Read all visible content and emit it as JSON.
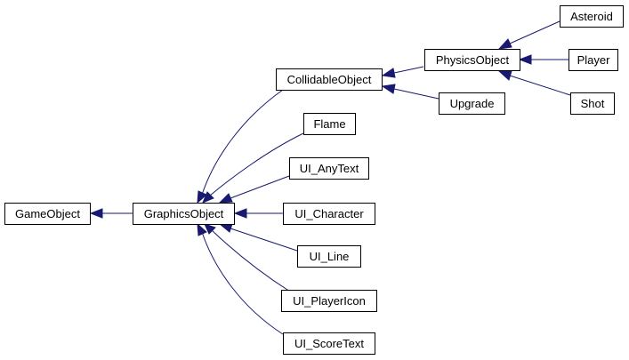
{
  "diagram": {
    "colors": {
      "edge": "#191970",
      "node_border": "#000000",
      "node_fill": "#ffffff",
      "background": "#ffffff"
    },
    "nodes": {
      "game_object": "GameObject",
      "graphics_object": "GraphicsObject",
      "collidable_object": "CollidableObject",
      "flame": "Flame",
      "ui_anytext": "UI_AnyText",
      "ui_character": "UI_Character",
      "ui_line": "UI_Line",
      "ui_playericon": "UI_PlayerIcon",
      "ui_scoretext": "UI_ScoreText",
      "physics_object": "PhysicsObject",
      "upgrade": "Upgrade",
      "asteroid": "Asteroid",
      "player": "Player",
      "shot": "Shot"
    },
    "edges": [
      {
        "child": "graphics_object",
        "parent": "game_object"
      },
      {
        "child": "collidable_object",
        "parent": "graphics_object"
      },
      {
        "child": "flame",
        "parent": "graphics_object"
      },
      {
        "child": "ui_anytext",
        "parent": "graphics_object"
      },
      {
        "child": "ui_character",
        "parent": "graphics_object"
      },
      {
        "child": "ui_line",
        "parent": "graphics_object"
      },
      {
        "child": "ui_playericon",
        "parent": "graphics_object"
      },
      {
        "child": "ui_scoretext",
        "parent": "graphics_object"
      },
      {
        "child": "physics_object",
        "parent": "collidable_object"
      },
      {
        "child": "upgrade",
        "parent": "collidable_object"
      },
      {
        "child": "asteroid",
        "parent": "physics_object"
      },
      {
        "child": "player",
        "parent": "physics_object"
      },
      {
        "child": "shot",
        "parent": "physics_object"
      }
    ]
  }
}
